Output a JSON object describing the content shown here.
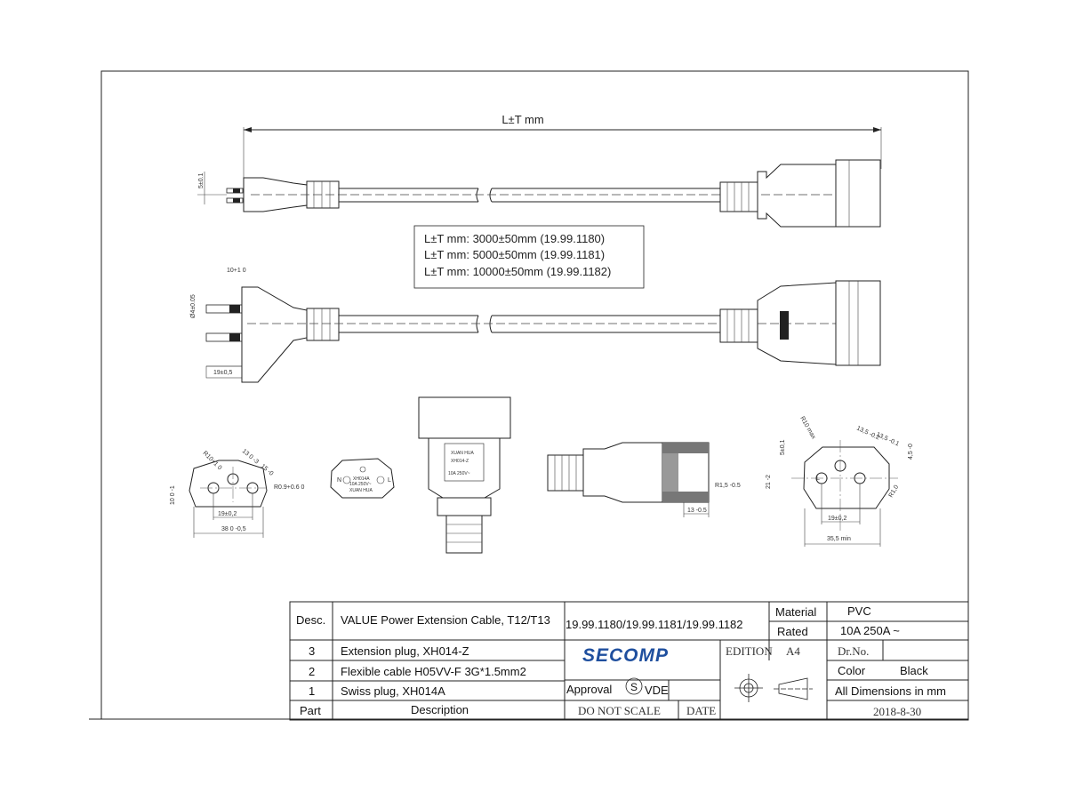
{
  "drawing": {
    "overall_length_label": "L±T mm",
    "length_options": [
      "L±T mm: 3000±50mm   (19.99.1180)",
      "L±T mm: 5000±50mm   (19.99.1181)",
      "L±T mm: 10000±50mm (19.99.1182)"
    ],
    "dims": {
      "pin_dia": "Ø4±0.05",
      "pin_gap": "5±0.1",
      "pin_len": "10+1 0",
      "pin_spacing": "19±0,5",
      "plug_h": "10 0 -1",
      "plug_w": "38 0 -0,5",
      "plug_spacing": "19±0,2",
      "plug_r": "R10+1 0",
      "plug_r2": "R0.9+0.6 0",
      "plug_ang": "13 0 -3",
      "plug_ang2": "15 -0",
      "socket_r": "R1,5 -0.5",
      "socket_w": "13 -0.5",
      "outlet_r": "R10 max",
      "outlet_r1": "R1,0",
      "outlet_spacing": "19±0,2",
      "outlet_w": "35,5 min",
      "outlet_h": "21 -2",
      "outlet_gap": "5±0,1",
      "outlet_a": "13,5 -0.2",
      "outlet_b": "13,5 -0.1",
      "outlet_c": "4,5 -0"
    },
    "plug_face_text": [
      "XH014A",
      "10A 250V~",
      "XUAN HUA"
    ],
    "plug_face_poles": [
      "N",
      "L"
    ],
    "socket_label_text": [
      "XUAN HUA",
      "XH014-Z",
      "10A 250V~"
    ]
  },
  "title_block": {
    "desc_label": "Desc.",
    "desc_value": "VALUE Power Extension Cable, T12/T13",
    "part_numbers": "19.99.1180/19.99.1181/19.99.1182",
    "material_label": "Material",
    "material_value": "PVC",
    "rated_label": "Rated",
    "rated_value": "10A  250A ~",
    "parts": [
      {
        "no": "3",
        "desc": "Extension plug, XH014-Z"
      },
      {
        "no": "2",
        "desc": "Flexible cable  H05VV-F  3G*1.5mm2"
      },
      {
        "no": "1",
        "desc": "Swiss plug, XH014A"
      }
    ],
    "part_header": "Part",
    "description_header": "Description",
    "company": "SECOMP",
    "edition_label": "EDITION",
    "edition_value": "A4",
    "drno_label": "Dr.No.",
    "drno_value": "",
    "color_label": "Color",
    "color_value": "Black",
    "dimensions_note": "All Dimensions in mm",
    "approval_label": "Approval",
    "approval_mark": "S",
    "approval_value": "VDE",
    "do_not_scale": "DO NOT SCALE",
    "date_label": "DATE",
    "date_value": "2018-8-30",
    "brand_color": "#1f4f9e"
  }
}
